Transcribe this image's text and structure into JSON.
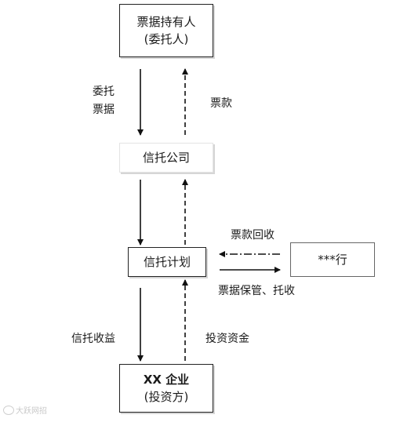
{
  "nodes": {
    "holder": {
      "line1": "票据持有人",
      "line2": "(委托人)"
    },
    "trust_company": {
      "label": "信托公司"
    },
    "trust_plan": {
      "label": "信托计划"
    },
    "bank": {
      "label": "***行"
    },
    "enterprise": {
      "line1": "XX 企业",
      "line2": "(投资方)"
    }
  },
  "edge_labels": {
    "entrust_line1": "委托",
    "entrust_line2": "票据",
    "payment": "票款",
    "payment_recovery": "票款回收",
    "custody_collection": "票据保管、托收",
    "trust_income": "信托收益",
    "investment_funds": "投资资金"
  },
  "watermark": {
    "text": "大跃网招"
  }
}
